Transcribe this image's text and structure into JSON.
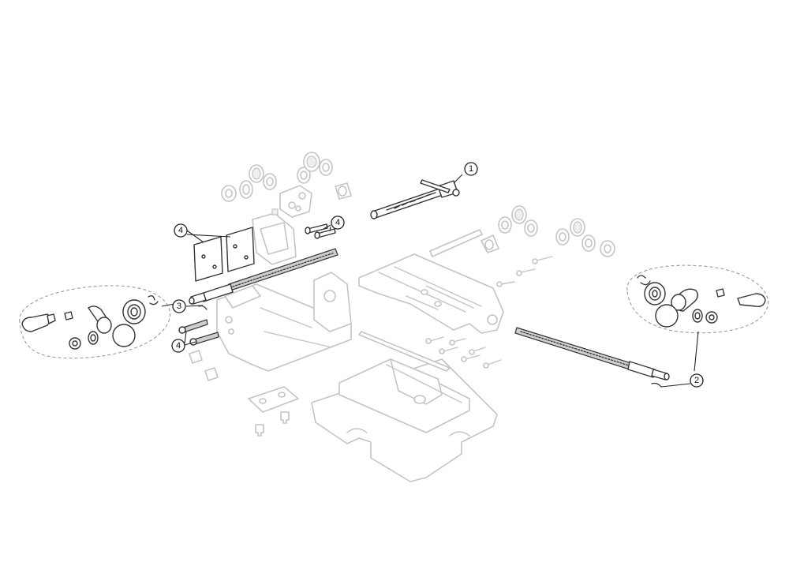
{
  "callouts": [
    {
      "id": "c1",
      "label": "1"
    },
    {
      "id": "c2",
      "label": "2"
    },
    {
      "id": "c3",
      "label": "3"
    },
    {
      "id": "c4a",
      "label": "4"
    },
    {
      "id": "c4b",
      "label": "4"
    },
    {
      "id": "c4c",
      "label": "4"
    }
  ],
  "colors": {
    "highlighted_part": "#333333",
    "ghost_part": "#c4c4c4",
    "callout": "#222222"
  }
}
